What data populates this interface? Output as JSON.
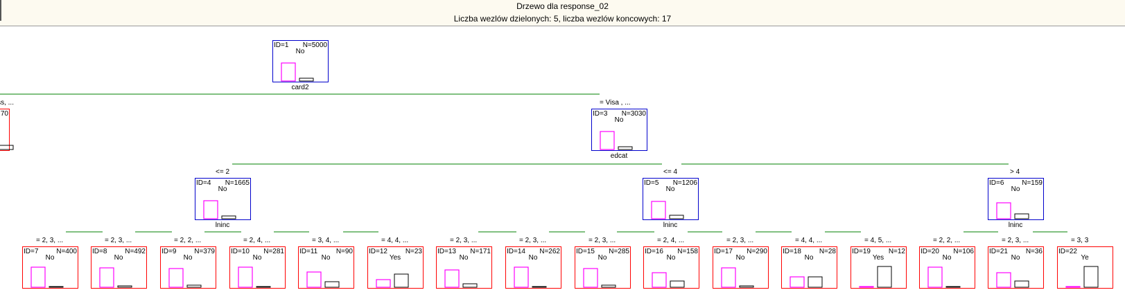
{
  "header": {
    "title": "Drzewo dla response_02",
    "subtitle": "Liczba wezlów dzielonych: 5, liczba wezlów koncowych: 17"
  },
  "colors": {
    "split_node_border": "#0000cc",
    "terminal_node_border": "#ff0000",
    "branch_line": "#008000",
    "bar_no": "#ff00ff",
    "bar_yes": "#000000"
  },
  "nodes": [
    {
      "id": "ID=1",
      "n": "N=5000",
      "cls": "No",
      "split_var": "card2",
      "type": "split",
      "no": 0.86,
      "yes": 0.14
    },
    {
      "id": "",
      "n": "70",
      "cls": "",
      "split_var": "",
      "type": "terminal",
      "label": "ss, ...",
      "no": 0.8,
      "yes": 0.2
    },
    {
      "id": "ID=3",
      "n": "N=3030",
      "cls": "No",
      "split_var": "edcat",
      "type": "split",
      "label": "= Visa      , ...",
      "no": 0.86,
      "yes": 0.14
    },
    {
      "id": "ID=4",
      "n": "N=1665",
      "cls": "No",
      "split_var": "lninc",
      "type": "split",
      "label": "<= 2",
      "no": 0.86,
      "yes": 0.14
    },
    {
      "id": "ID=5",
      "n": "N=1206",
      "cls": "No",
      "split_var": "lninc",
      "type": "split",
      "label": "<= 4",
      "no": 0.84,
      "yes": 0.16
    },
    {
      "id": "ID=6",
      "n": "N=159",
      "cls": "No",
      "split_var": "lninc",
      "type": "split",
      "label": "> 4",
      "no": 0.78,
      "yes": 0.22
    },
    {
      "id": "ID=7",
      "n": "N=400",
      "cls": "No",
      "type": "terminal",
      "label": "= 2, 3, ...",
      "no": 0.97,
      "yes": 0.03
    },
    {
      "id": "ID=8",
      "n": "N=492",
      "cls": "No",
      "type": "terminal",
      "label": "= 2, 3, ...",
      "no": 0.93,
      "yes": 0.07
    },
    {
      "id": "ID=9",
      "n": "N=379",
      "cls": "No",
      "type": "terminal",
      "label": "= 2, 2, ...",
      "no": 0.89,
      "yes": 0.11
    },
    {
      "id": "ID=10",
      "n": "N=281",
      "cls": "No",
      "type": "terminal",
      "label": "= 2, 4, ...",
      "no": 0.98,
      "yes": 0.02
    },
    {
      "id": "ID=11",
      "n": "N=90",
      "cls": "No",
      "type": "terminal",
      "label": "= 3, 4, ...",
      "no": 0.72,
      "yes": 0.28
    },
    {
      "id": "ID=12",
      "n": "N=23",
      "cls": "Yes",
      "type": "terminal",
      "label": "= 4, 4, ...",
      "no": 0.38,
      "yes": 0.62
    },
    {
      "id": "ID=13",
      "n": "N=171",
      "cls": "No",
      "type": "terminal",
      "label": "= 2, 3, ...",
      "no": 0.83,
      "yes": 0.17
    },
    {
      "id": "ID=14",
      "n": "N=262",
      "cls": "No",
      "type": "terminal",
      "label": "= 2, 3, ...",
      "no": 0.98,
      "yes": 0.02
    },
    {
      "id": "ID=15",
      "n": "N=285",
      "cls": "No",
      "type": "terminal",
      "label": "= 2, 3, ...",
      "no": 0.89,
      "yes": 0.11
    },
    {
      "id": "ID=16",
      "n": "N=158",
      "cls": "No",
      "type": "terminal",
      "label": "= 2, 4, ...",
      "no": 0.7,
      "yes": 0.3
    },
    {
      "id": "ID=17",
      "n": "N=290",
      "cls": "No",
      "type": "terminal",
      "label": "= 2, 3, ...",
      "no": 0.94,
      "yes": 0.06
    },
    {
      "id": "ID=18",
      "n": "N=28",
      "cls": "No",
      "type": "terminal",
      "label": "= 4, 4, ...",
      "no": 0.5,
      "yes": 0.5
    },
    {
      "id": "ID=19",
      "n": "N=12",
      "cls": "Yes",
      "type": "terminal",
      "label": "= 4, 5, ...",
      "no": 0.0,
      "yes": 1.0
    },
    {
      "id": "ID=20",
      "n": "N=106",
      "cls": "No",
      "type": "terminal",
      "label": "= 2, 2, ...",
      "no": 0.96,
      "yes": 0.04
    },
    {
      "id": "ID=21",
      "n": "N=36",
      "cls": "No",
      "type": "terminal",
      "label": "= 2, 3, ...",
      "no": 0.7,
      "yes": 0.3
    },
    {
      "id": "ID=22",
      "n": "",
      "cls": "Ye",
      "type": "terminal",
      "label": "= 3, 3",
      "no": 0.0,
      "yes": 1.0
    }
  ]
}
